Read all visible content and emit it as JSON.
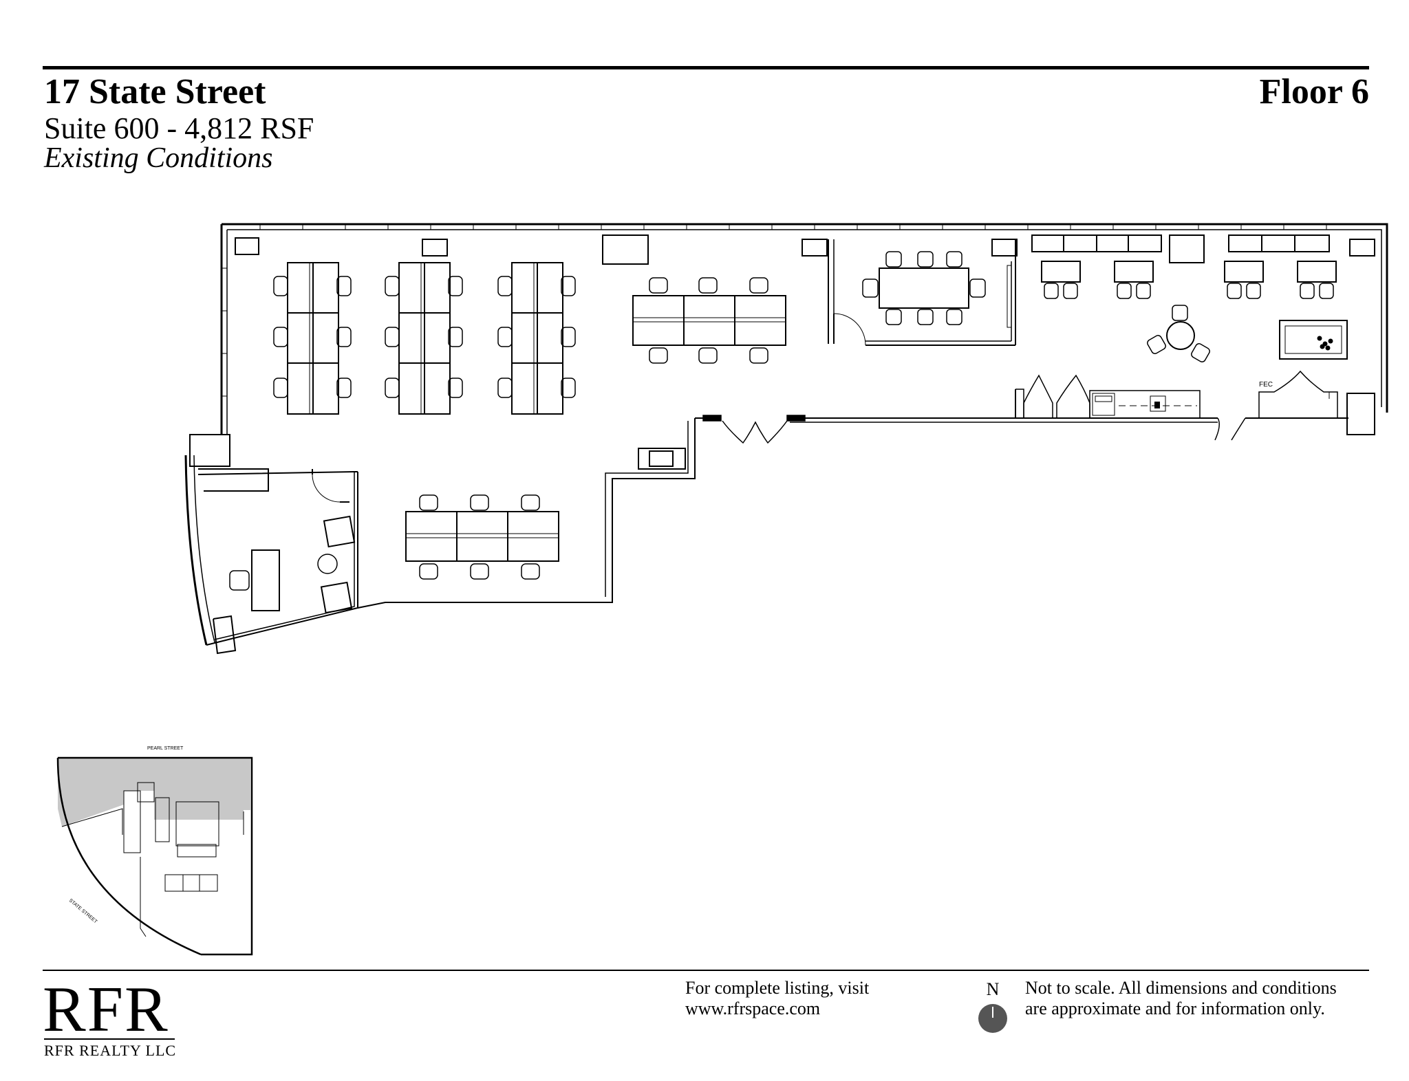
{
  "header": {
    "building": "17 State Street",
    "floor": "Floor 6",
    "suite": "Suite 600 - 4,812 RSF",
    "condition": "Existing Conditions"
  },
  "floor_plan": {
    "label_fec": "FEC"
  },
  "key_plan": {
    "street_top": "PEARL STREET",
    "street_curve": "STATE STREET"
  },
  "footer": {
    "logo_text": "RFR",
    "logo_subtitle": "RFR REALTY LLC",
    "listing_line1": "For complete listing, visit",
    "listing_line2": "www.rfrspace.com",
    "north_label": "N",
    "disclaimer_line1": "Not to scale. All dimensions and conditions",
    "disclaimer_line2": "are approximate and for information only."
  },
  "colors": {
    "line": "#000000",
    "shade": "#c8c8c8",
    "north_dot": "#555555"
  }
}
